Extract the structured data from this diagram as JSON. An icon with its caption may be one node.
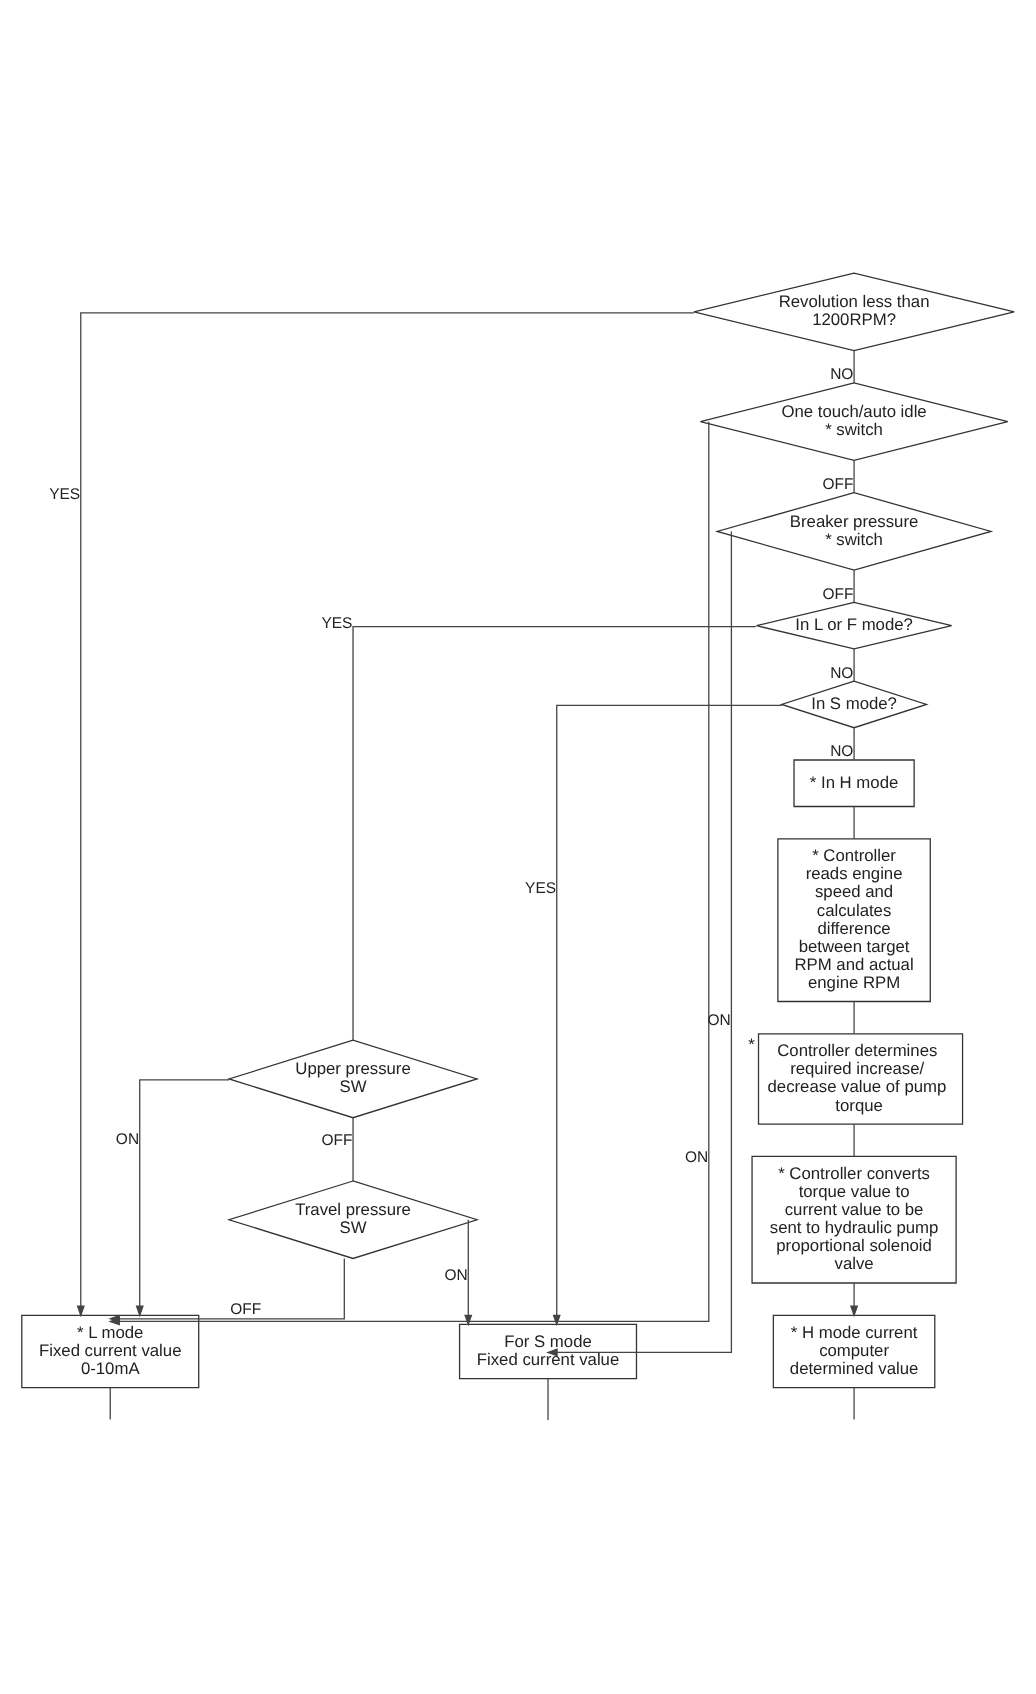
{
  "diagram": {
    "nodes": [
      {
        "text": [
          "Revolution less than 1200RPM?"
        ]
      },
      {
        "text": [
          "One touch/auto idle * switch"
        ]
      },
      {
        "text": [
          "Breaker pressure * switch"
        ]
      },
      {
        "text": [
          "In L or F mode?"
        ]
      },
      {
        "text": [
          "In S mode?"
        ]
      },
      {
        "text": [
          "Upper pressure SW"
        ]
      },
      {
        "text": [
          "* In H mode"
        ]
      },
      {
        "text": [
          "Travel pressure SW"
        ]
      },
      {
        "text": [
          "* Controller reads engine speed and calculates difference between target RPM and actual engine RPM"
        ]
      },
      {
        "text": [
          "Controller determines required increase/ decrease value of pump torque"
        ],
        "beside": [
          "*"
        ]
      },
      {
        "text": [
          "* Controller converts torque value to current value to be sent to hydraulic pump proportional solenoid valve"
        ]
      },
      {
        "text": [
          "* L mode",
          "Fixed current value",
          "0-10mA"
        ]
      },
      {
        "text": [
          "For S mode",
          "Fixed current value"
        ]
      },
      {
        "text": [
          "* H mode current computer determined value"
        ]
      }
    ],
    "edges": [
      {
        "from": 0,
        "to": 11,
        "arrow": "to",
        "label": "YES"
      },
      {
        "from": 0,
        "to": 1,
        "arrow": "none",
        "label": "NO"
      },
      {
        "from": 1,
        "to": 11,
        "arrow": "to",
        "label": "ON"
      },
      {
        "from": 1,
        "to": 2,
        "arrow": "none",
        "label": "OFF"
      },
      {
        "from": 2,
        "to": 12,
        "arrow": "to",
        "label": "ON"
      },
      {
        "from": 2,
        "to": 3,
        "arrow": "none",
        "label": "OFF"
      },
      {
        "from": 3,
        "to": 5,
        "arrow": "none",
        "label": "YES"
      },
      {
        "from": 3,
        "to": 4,
        "arrow": "none",
        "label": "NO"
      },
      {
        "from": 4,
        "to": 12,
        "arrow": "to",
        "label": "YES"
      },
      {
        "from": 4,
        "to": 6,
        "arrow": "none",
        "label": "NO"
      },
      {
        "from": 5,
        "to": 11,
        "arrow": "to",
        "label": "ON"
      },
      {
        "from": 5,
        "to": 7,
        "arrow": "none",
        "label": "OFF"
      },
      {
        "from": 7,
        "to": 12,
        "arrow": "to",
        "label": "ON"
      },
      {
        "from": 7,
        "to": 11,
        "arrow": "to",
        "label": "OFF"
      },
      {
        "from": 6,
        "to": 8,
        "arrow": "none"
      },
      {
        "from": 8,
        "to": 9,
        "arrow": "none"
      },
      {
        "from": 9,
        "to": 10,
        "arrow": "none"
      },
      {
        "from": 10,
        "to": 13,
        "arrow": "to"
      },
      {
        "from": 11,
        "to": null,
        "arrow": "none"
      },
      {
        "from": 12,
        "to": null,
        "arrow": "none"
      },
      {
        "from": 13,
        "to": null,
        "arrow": "none"
      }
    ]
  }
}
